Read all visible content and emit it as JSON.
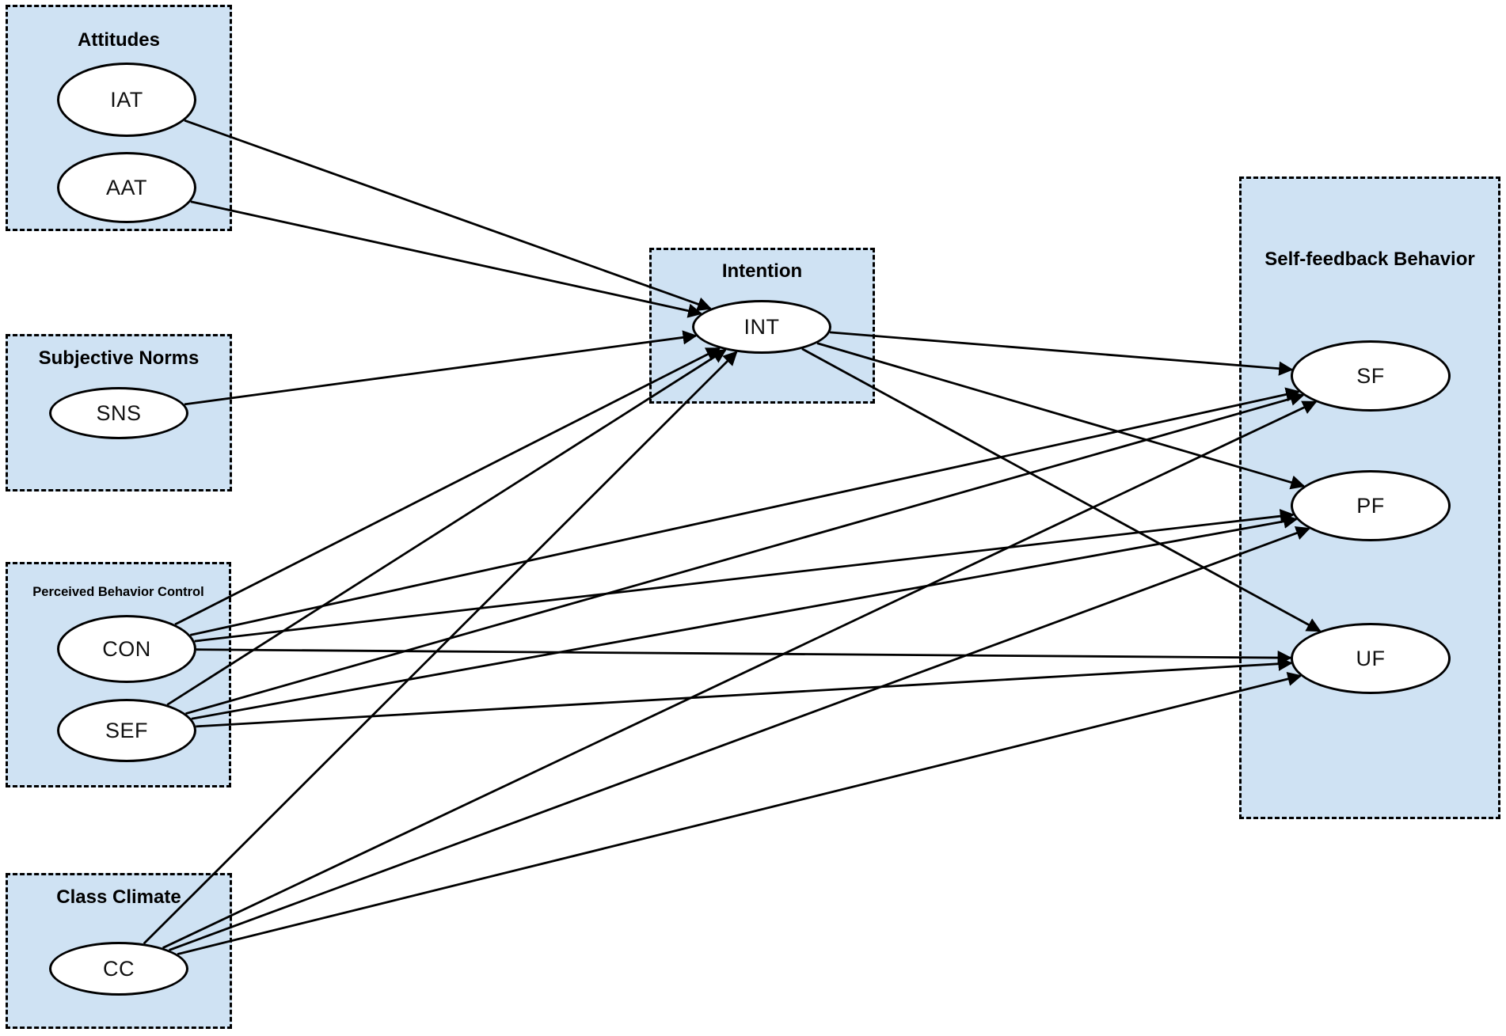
{
  "diagram": {
    "groups": [
      {
        "id": "attitudes",
        "title": "Attitudes"
      },
      {
        "id": "subjective_norms",
        "title": "Subjective Norms"
      },
      {
        "id": "pbc",
        "title": "Perceived Behavior Control"
      },
      {
        "id": "class_climate",
        "title": "Class Climate"
      },
      {
        "id": "intention",
        "title": "Intention"
      },
      {
        "id": "sfb",
        "title": "Self-feedback Behavior"
      }
    ],
    "nodes": [
      {
        "id": "IAT",
        "label": "IAT",
        "group": "attitudes"
      },
      {
        "id": "AAT",
        "label": "AAT",
        "group": "attitudes"
      },
      {
        "id": "SNS",
        "label": "SNS",
        "group": "subjective_norms"
      },
      {
        "id": "CON",
        "label": "CON",
        "group": "pbc"
      },
      {
        "id": "SEF",
        "label": "SEF",
        "group": "pbc"
      },
      {
        "id": "CC",
        "label": "CC",
        "group": "class_climate"
      },
      {
        "id": "INT",
        "label": "INT",
        "group": "intention"
      },
      {
        "id": "SF",
        "label": "SF",
        "group": "sfb"
      },
      {
        "id": "PF",
        "label": "PF",
        "group": "sfb"
      },
      {
        "id": "UF",
        "label": "UF",
        "group": "sfb"
      }
    ],
    "edges": [
      {
        "from": "IAT",
        "to": "INT"
      },
      {
        "from": "AAT",
        "to": "INT"
      },
      {
        "from": "SNS",
        "to": "INT"
      },
      {
        "from": "CON",
        "to": "INT"
      },
      {
        "from": "SEF",
        "to": "INT"
      },
      {
        "from": "CC",
        "to": "INT"
      },
      {
        "from": "INT",
        "to": "SF"
      },
      {
        "from": "INT",
        "to": "PF"
      },
      {
        "from": "INT",
        "to": "UF"
      },
      {
        "from": "CON",
        "to": "SF"
      },
      {
        "from": "CON",
        "to": "PF"
      },
      {
        "from": "CON",
        "to": "UF"
      },
      {
        "from": "SEF",
        "to": "SF"
      },
      {
        "from": "SEF",
        "to": "PF"
      },
      {
        "from": "SEF",
        "to": "UF"
      },
      {
        "from": "CC",
        "to": "SF"
      },
      {
        "from": "CC",
        "to": "PF"
      },
      {
        "from": "CC",
        "to": "UF"
      }
    ],
    "colors": {
      "group_fill": "#cfe2f3",
      "group_border": "#000000",
      "node_fill": "#ffffff",
      "node_border": "#000000",
      "edge": "#000000"
    }
  }
}
